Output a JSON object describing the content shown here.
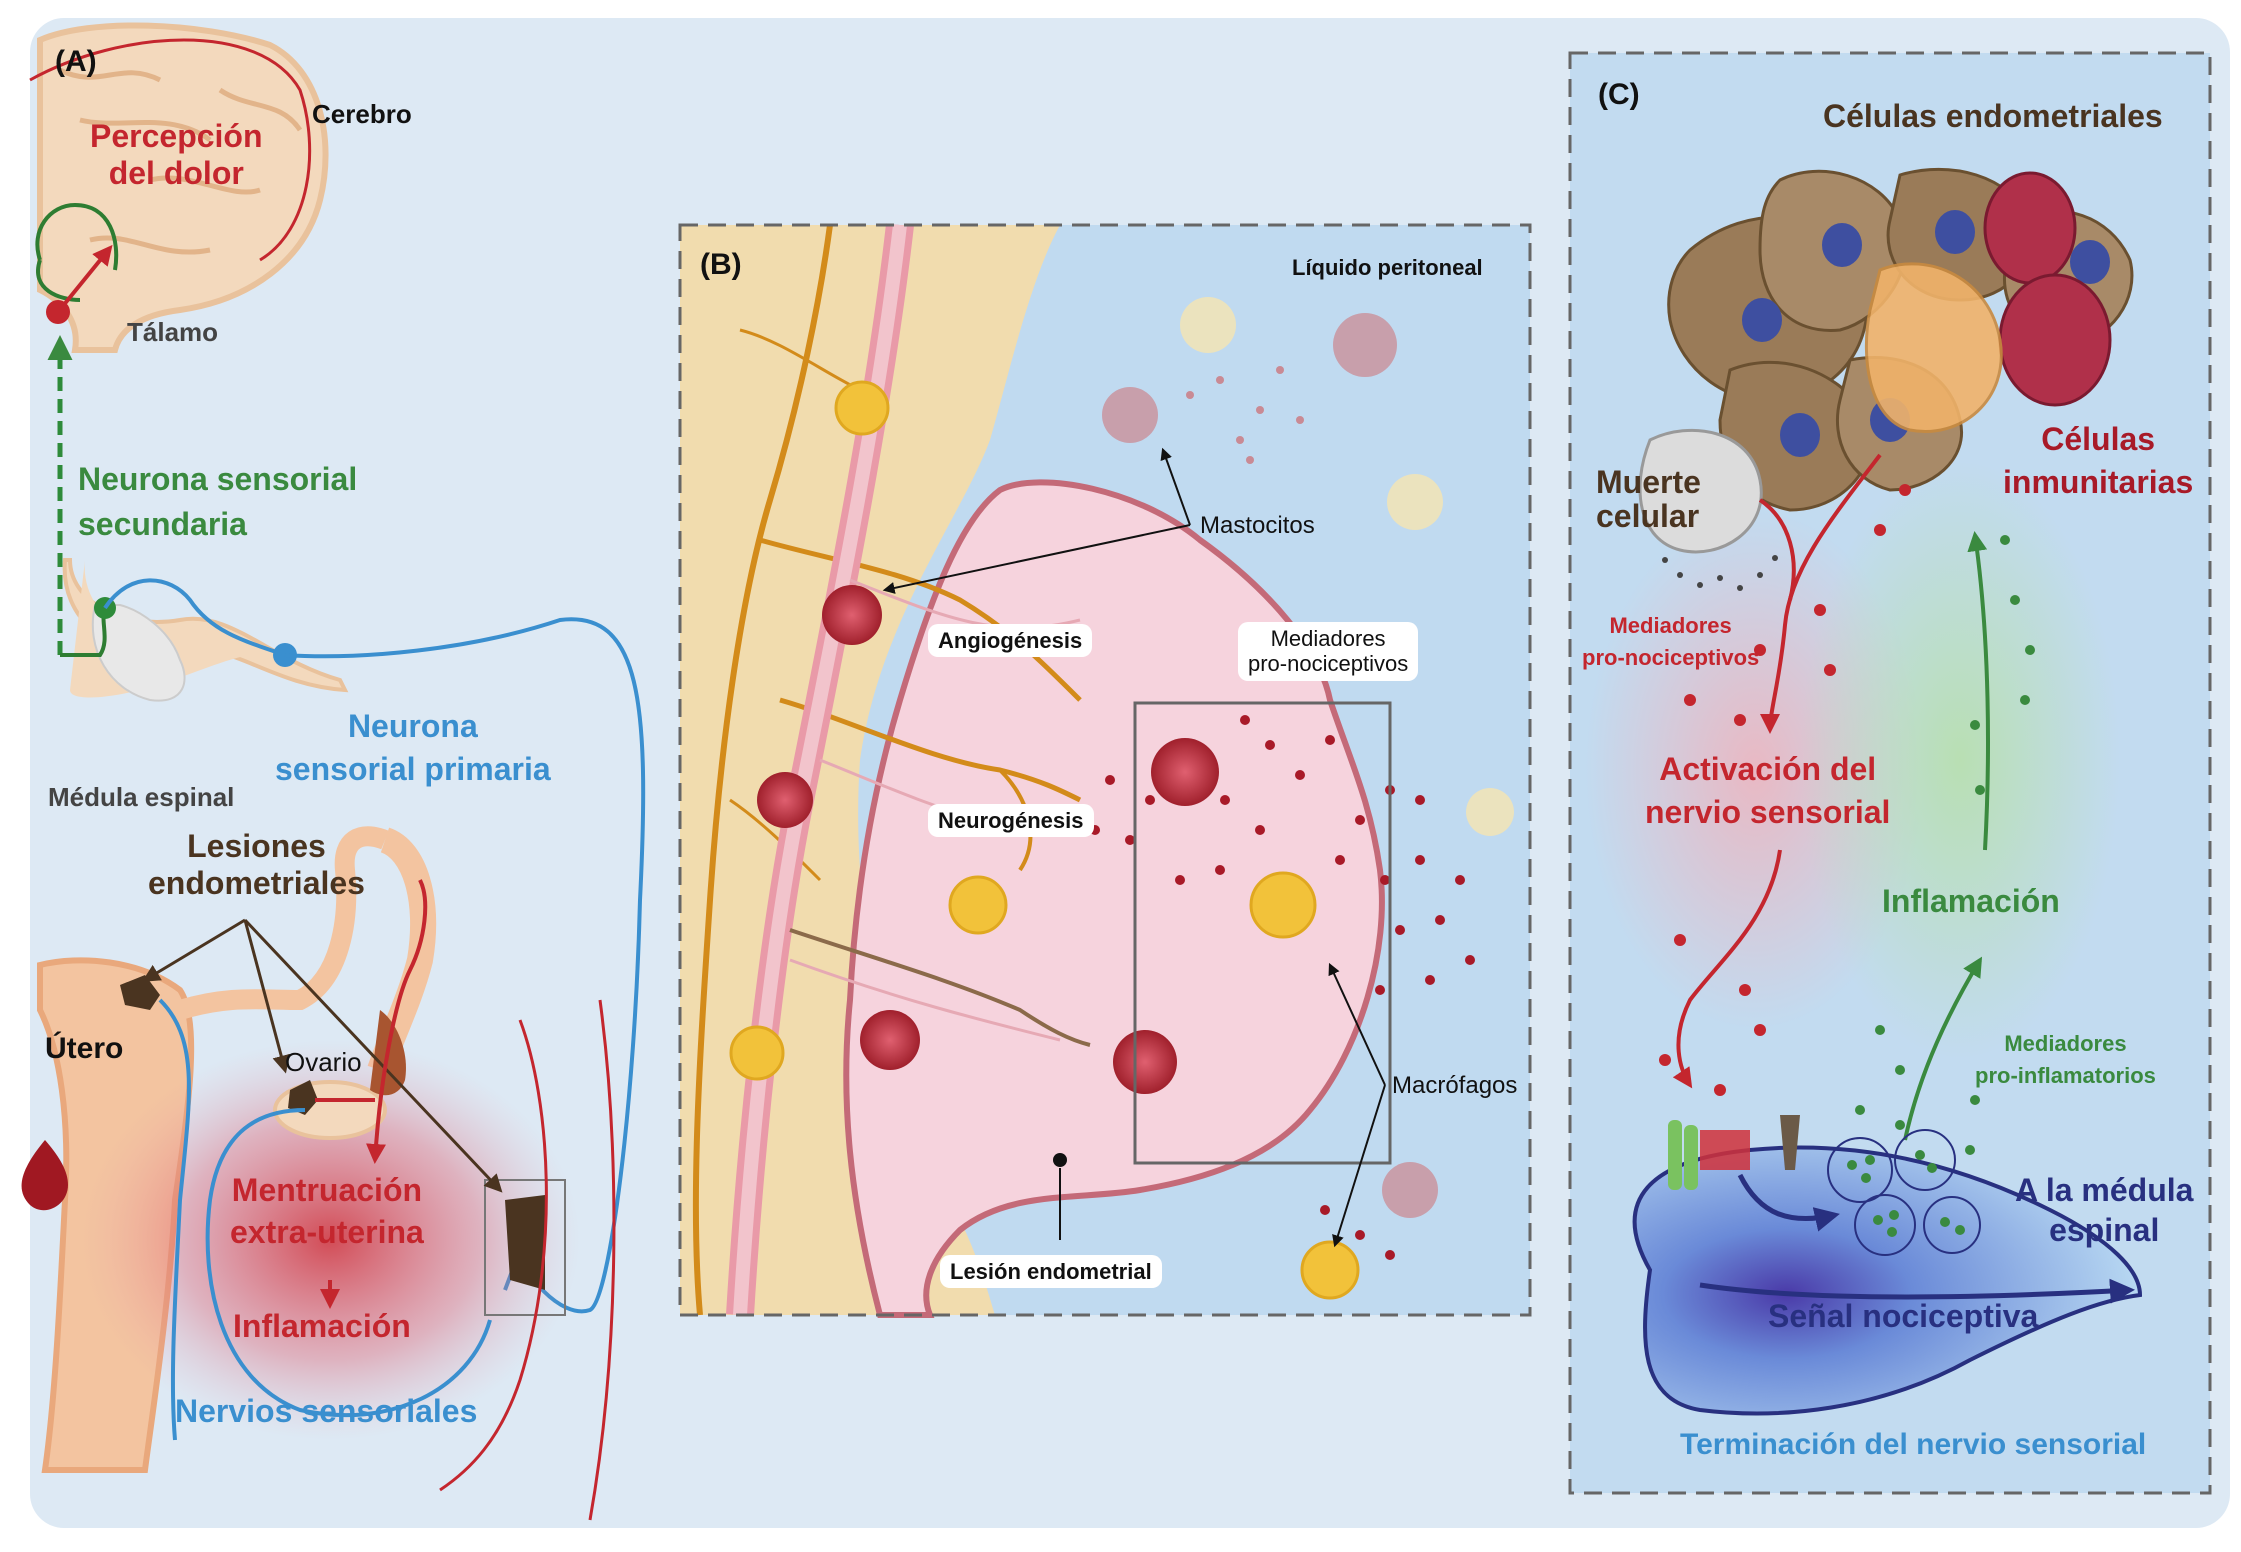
{
  "panel_a": {
    "label": "(A)",
    "cerebro": "Cerebro",
    "percepcion": "Percepción\ndel dolor",
    "talamo": "Tálamo",
    "neurona_secundaria": "Neurona sensorial\nsecundaria",
    "medula": "Médula espinal",
    "neurona_primaria": "Neurona\nsensorial primaria",
    "lesiones": "Lesiones\nendometriales",
    "utero": "Útero",
    "ovario": "Ovario",
    "menstruacion": "Mentruación\nextra-uterina",
    "inflamacion": "Inflamación",
    "nervios": "Nervios sensoriales"
  },
  "panel_b": {
    "label": "(B)",
    "liquido": "Líquido peritoneal",
    "mastocitos": "Mastocitos",
    "angiogenesis": "Angiogénesis",
    "mediadores": "Mediadores\npro-nociceptivos",
    "neurogenesis": "Neurogénesis",
    "macrofagos": "Macrófagos",
    "lesion": "Lesión endometrial"
  },
  "panel_c": {
    "label": "(C)",
    "celulas_endo": "Células endometriales",
    "celulas_inmu": "Células\ninmunitarias",
    "muerte": "Muerte\ncelular",
    "mediadores_noci": "Mediadores\npro-nociceptivos",
    "activacion": "Activación del\nnervio sensorial",
    "inflamacion": "Inflamación",
    "mediadores_inflam": "Mediadores\npro-inflamatorios",
    "a_la_medula": "A la médula\nespinal",
    "senal": "Señal nociceptiva",
    "terminacion": "Terminación del nervio sensorial"
  },
  "colors": {
    "background_panel": "#dde9f4",
    "red_text": "#c4262e",
    "green_text": "#3a8a3f",
    "blue_text": "#3a8fcf",
    "brown_text": "#4a3420",
    "navy_text": "#283080"
  }
}
